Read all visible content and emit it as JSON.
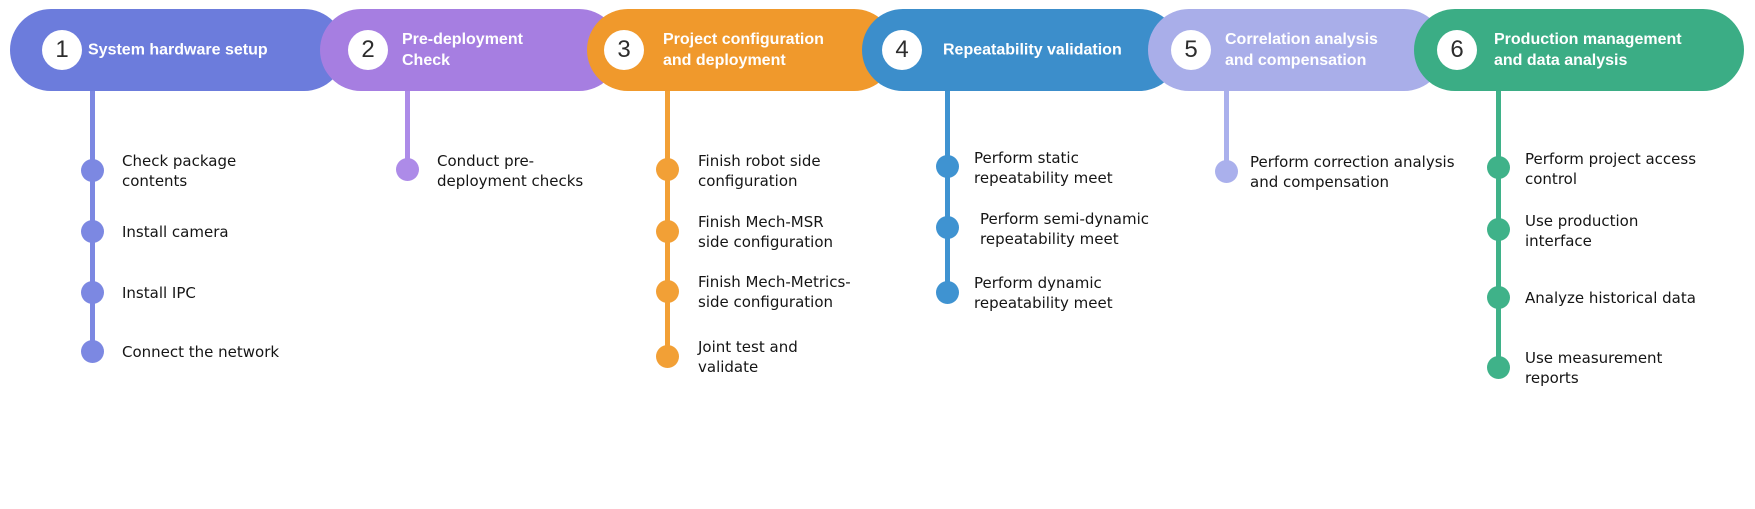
{
  "palette": {
    "step1_pill": "#6C7CDC",
    "step1_accent": "#7C88E2",
    "step2_pill": "#A67EE1",
    "step2_accent": "#AD8BE8",
    "step3_pill": "#F0992C",
    "step3_accent": "#F2A036",
    "step4_pill": "#3C8ECB",
    "step4_accent": "#3F93D1",
    "step5_pill": "#A9AEE9",
    "step5_accent": "#AAB0EC",
    "step6_pill": "#3BAD85",
    "step6_accent": "#3FB289",
    "badge_bg": "#FFFFFF",
    "badge_text": "#2D2D2D",
    "title_text": "#FFFFFF",
    "item_text": "#151515",
    "background": "#FFFFFF"
  },
  "steps": [
    {
      "number": "1",
      "title_lines": [
        "System hardware setup"
      ],
      "items": [
        {
          "lines": [
            "Check package",
            "contents"
          ]
        },
        {
          "lines": [
            "Install camera"
          ]
        },
        {
          "lines": [
            "Install IPC"
          ]
        },
        {
          "lines": [
            "Connect the network"
          ]
        }
      ]
    },
    {
      "number": "2",
      "title_lines": [
        "Pre-deployment",
        "Check"
      ],
      "items": [
        {
          "lines": [
            "Conduct pre-",
            "deployment checks"
          ]
        }
      ]
    },
    {
      "number": "3",
      "title_lines": [
        "Project configuration",
        "and deployment"
      ],
      "items": [
        {
          "lines": [
            "Finish robot side",
            "configuration"
          ]
        },
        {
          "lines": [
            "Finish Mech-MSR",
            "side configuration"
          ]
        },
        {
          "lines": [
            "Finish Mech-Metrics-",
            "side configuration"
          ]
        },
        {
          "lines": [
            "Joint test and",
            "validate"
          ]
        }
      ]
    },
    {
      "number": "4",
      "title_lines": [
        "Repeatability validation"
      ],
      "items": [
        {
          "lines": [
            "Perform static",
            "repeatability meet"
          ]
        },
        {
          "lines": [
            "Perform semi-dynamic",
            "repeatability meet"
          ]
        },
        {
          "lines": [
            "Perform dynamic",
            "repeatability meet"
          ]
        }
      ]
    },
    {
      "number": "5",
      "title_lines": [
        "Correlation analysis",
        "and compensation"
      ],
      "items": [
        {
          "lines": [
            "Perform correction analysis",
            "and compensation"
          ]
        }
      ]
    },
    {
      "number": "6",
      "title_lines": [
        "Production management",
        "and data analysis"
      ],
      "items": [
        {
          "lines": [
            "Perform project access",
            "control"
          ]
        },
        {
          "lines": [
            "Use production",
            "interface"
          ]
        },
        {
          "lines": [
            "Analyze historical data"
          ]
        },
        {
          "lines": [
            "Use measurement",
            "reports"
          ]
        }
      ]
    }
  ]
}
